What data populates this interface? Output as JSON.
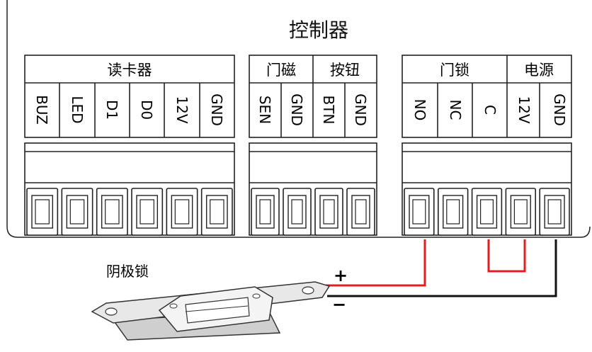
{
  "title": "控制器",
  "groups": [
    {
      "name": "读卡器",
      "pins": [
        "BUZ",
        "LED",
        "D1",
        "D0",
        "12V",
        "GND"
      ]
    },
    {
      "name": "门磁",
      "pins": [
        "SEN",
        "GND"
      ]
    },
    {
      "name": "按钮",
      "pins": [
        "BTN",
        "GND"
      ]
    },
    {
      "name": "门锁",
      "pins": [
        "NO",
        "NC",
        "C"
      ]
    },
    {
      "name": "电源",
      "pins": [
        "12V",
        "GND"
      ]
    }
  ],
  "lock": {
    "label": "阴极锁",
    "plus": "+",
    "minus": "−"
  },
  "colors": {
    "red_wire": "#e02020",
    "black_wire": "#111111"
  }
}
